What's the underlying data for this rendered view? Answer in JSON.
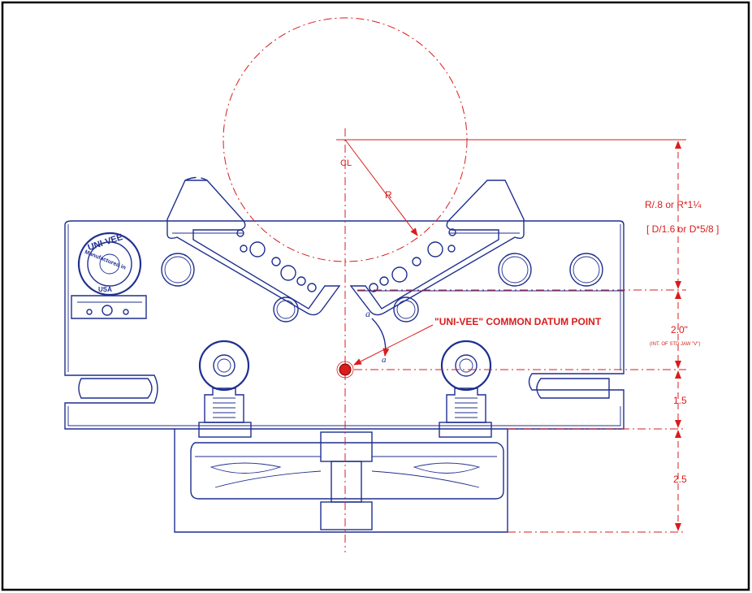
{
  "labels": {
    "centerline": "CL",
    "radius": "R",
    "dim_top_line1": "R/.8 or R*1¼",
    "dim_top_line2": "[ D/1.6 or D*5/8 ]",
    "dim_mid_value": "2.0\"",
    "dim_mid_note": "(INT. OF STD JAW \"V\")",
    "dim_lower": "1.5",
    "dim_bottom": "2.5",
    "angle_a": "a",
    "angle_b": "a",
    "datum_callout": "\"UNI-VEE\" COMMON DATUM POINT"
  },
  "logo": {
    "brand": "UNI-VEE",
    "made_in": "Manufactured in",
    "country": "USA"
  },
  "colors": {
    "part_outline": "#1f2f8f",
    "dimension": "#d91c1c",
    "frame": "#000000"
  }
}
